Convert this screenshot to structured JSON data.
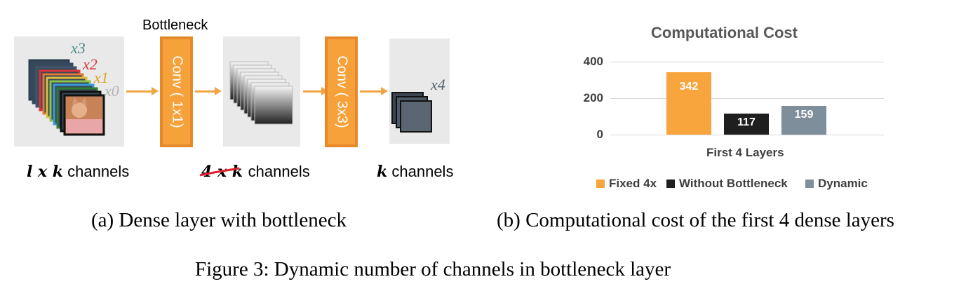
{
  "figure_caption": "Figure 3: Dynamic number of channels in bottleneck layer",
  "panel_a": {
    "caption": "(a) Dense layer with bottleneck",
    "bottleneck_label": "Bottleneck",
    "conv1_label": "Conv ( 1x1)",
    "conv2_label": "Conv ( 3x3)",
    "x_labels": [
      "x3",
      "x2",
      "x1",
      "x0",
      "x4"
    ],
    "x_label_colors": [
      "#4a8a8a",
      "#d9333b",
      "#e0a020",
      "#b5b5b5",
      "#5a6470"
    ],
    "input_channels_script": "l x k",
    "input_channels_text": "channels",
    "mid_channels_script": "4 x k",
    "mid_channels_text": "channels",
    "output_channels_script": "k",
    "output_channels_text": "channels",
    "arrow_color": "#f0a443",
    "conv_color": "#f7a13a"
  },
  "panel_b": {
    "caption": "(b) Computational cost of the first 4 dense layers",
    "chart_data": {
      "type": "bar",
      "title": "Computational Cost",
      "categories": [
        "First 4 Layers"
      ],
      "series": [
        {
          "name": "Fixed 4x",
          "values": [
            342
          ],
          "color": "#f9a53d",
          "label": "342"
        },
        {
          "name": "Without Bottleneck",
          "values": [
            117
          ],
          "color": "#1f1f1f",
          "label": "117"
        },
        {
          "name": "Dynamic",
          "values": [
            159
          ],
          "color": "#7f8e9b",
          "label": "159"
        }
      ],
      "ylim": [
        0,
        400
      ],
      "yticks": [
        "0",
        "200",
        "400"
      ],
      "grid": true,
      "legend": "bottom"
    }
  }
}
